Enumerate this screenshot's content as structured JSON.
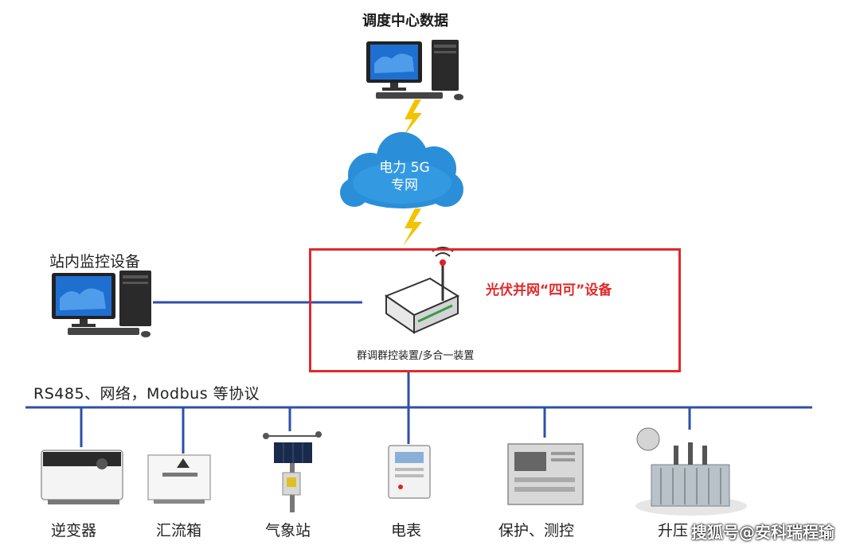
{
  "dispatch": {
    "label": "调度中心数据"
  },
  "cloud": {
    "line1": "电力 5G",
    "line2": "专网"
  },
  "station_monitor": {
    "label": "站内监控设备"
  },
  "grid_device": {
    "heading": "光伏并网“四可”设备",
    "device_label": "群调群控装置/多合一装置"
  },
  "protocol_label": "RS485、网络，Modbus 等协议",
  "devices": [
    {
      "label": "逆变器"
    },
    {
      "label": "汇流箱"
    },
    {
      "label": "气象站"
    },
    {
      "label": "电表"
    },
    {
      "label": "保护、测控"
    },
    {
      "label": "升压"
    }
  ],
  "watermark": "搜狐号@安科瑞程瑜",
  "colors": {
    "line": "#2f4fa8",
    "highlight": "#e02a2a",
    "bolt": "#f2c300",
    "cloud": "#2a8fd8"
  }
}
